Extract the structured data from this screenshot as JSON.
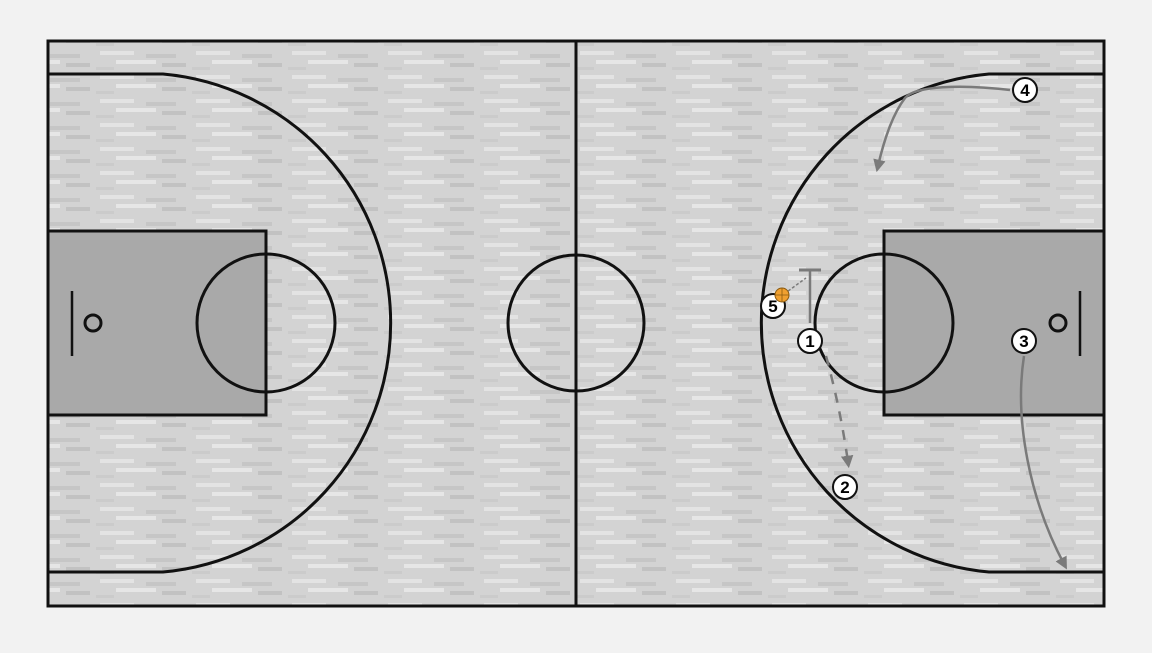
{
  "colors": {
    "background": "#f2f2f2",
    "floor": "#d3d3d3",
    "wood_stripe_light": "#e3e3e3",
    "wood_stripe_dark": "#c4c4c4",
    "paint": "#a9a9a9",
    "lines": "#111111",
    "movement_arrow": "#7a7a7a",
    "ball": "#f0a030",
    "player_fill": "#ffffff",
    "player_stroke": "#111111"
  },
  "players": [
    {
      "number": "1",
      "role": "on-ball screener"
    },
    {
      "number": "2",
      "role": "cutter"
    },
    {
      "number": "3",
      "role": "cutter"
    },
    {
      "number": "4",
      "role": "cutter"
    },
    {
      "number": "5",
      "role": "ball handler"
    }
  ],
  "ball": {
    "holder": "5"
  },
  "actions": [
    {
      "type": "screen",
      "by": "1"
    },
    {
      "type": "cut",
      "by": "4"
    },
    {
      "type": "cut",
      "by": "3"
    },
    {
      "type": "cut",
      "by": "1",
      "style": "dashed"
    }
  ]
}
